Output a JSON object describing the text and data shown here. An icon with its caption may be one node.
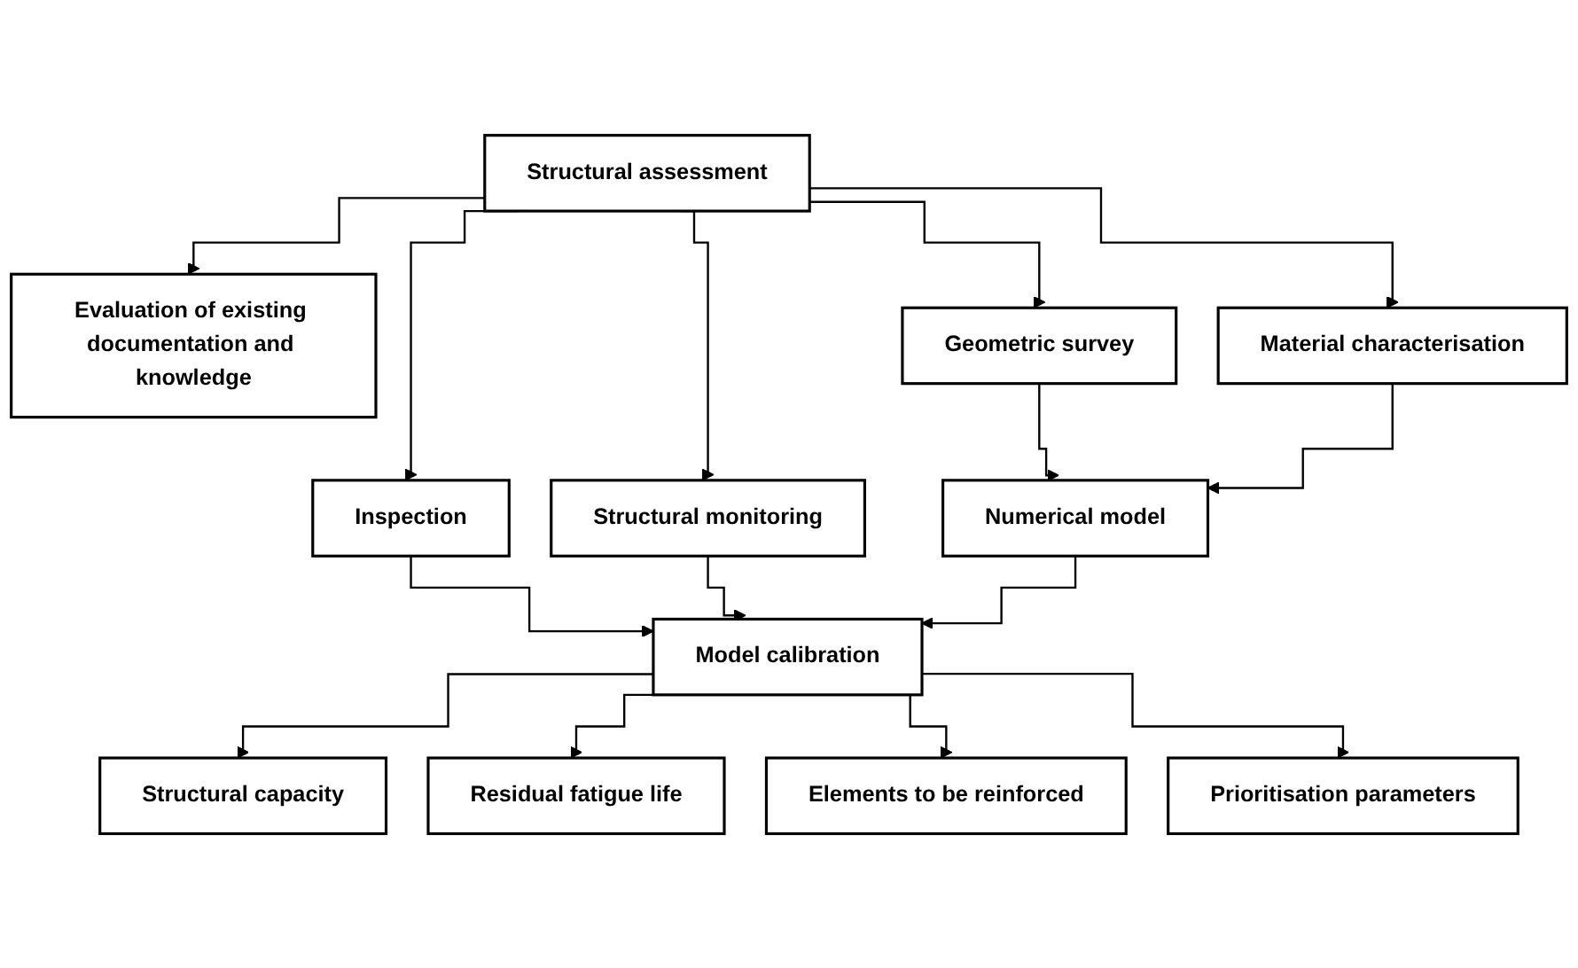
{
  "diagram": {
    "nodes": [
      {
        "text": [
          "Structural assessment"
        ]
      },
      {
        "text": [
          "Evaluation of existing documentation and knowledge"
        ]
      },
      {
        "text": [
          "Geometric survey"
        ]
      },
      {
        "text": [
          "Material characterisation"
        ]
      },
      {
        "text": [
          "Inspection"
        ]
      },
      {
        "text": [
          "Structural monitoring"
        ]
      },
      {
        "text": [
          "Numerical model"
        ]
      },
      {
        "text": [
          "Model calibration"
        ]
      },
      {
        "text": [
          "Structural capacity"
        ]
      },
      {
        "text": [
          "Residual fatigue life"
        ]
      },
      {
        "text": [
          "Elements to be reinforced"
        ]
      },
      {
        "text": [
          "Prioritisation parameters"
        ]
      }
    ],
    "edges": [
      {
        "from": 0,
        "to": 1,
        "arrow": "to"
      },
      {
        "from": 0,
        "to": 2,
        "arrow": "to"
      },
      {
        "from": 0,
        "to": 3,
        "arrow": "to"
      },
      {
        "from": 0,
        "to": 4,
        "arrow": "to"
      },
      {
        "from": 0,
        "to": 5,
        "arrow": "to"
      },
      {
        "from": 2,
        "to": 6,
        "arrow": "to"
      },
      {
        "from": 3,
        "to": 6,
        "arrow": "to"
      },
      {
        "from": 4,
        "to": 7,
        "arrow": "to"
      },
      {
        "from": 5,
        "to": 7,
        "arrow": "to"
      },
      {
        "from": 6,
        "to": 7,
        "arrow": "to"
      },
      {
        "from": 7,
        "to": 8,
        "arrow": "to"
      },
      {
        "from": 7,
        "to": 9,
        "arrow": "to"
      },
      {
        "from": 7,
        "to": 10,
        "arrow": "to"
      },
      {
        "from": 7,
        "to": 11,
        "arrow": "to"
      }
    ]
  }
}
